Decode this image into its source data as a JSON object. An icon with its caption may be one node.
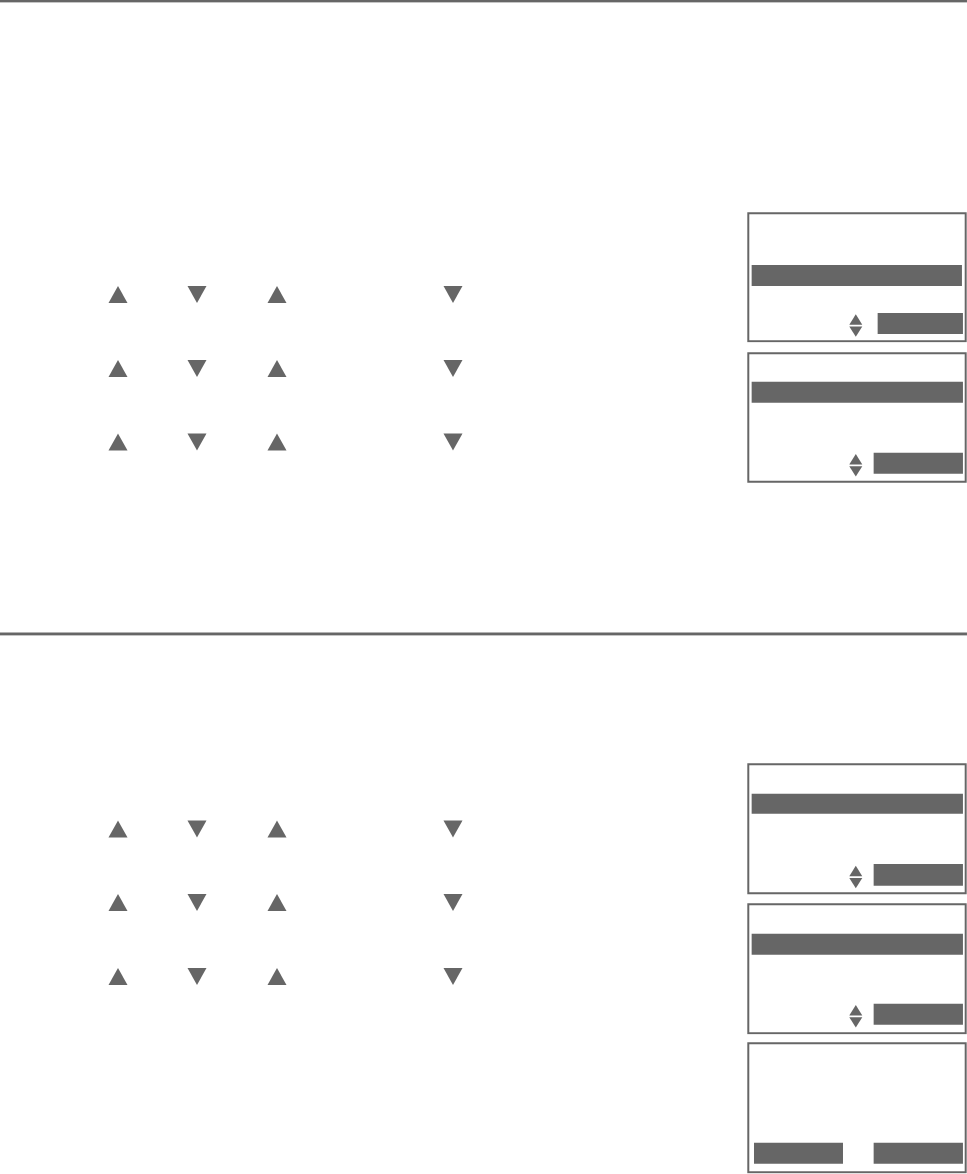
{
  "diagram": {
    "nodes": [
      {
        "text": [],
        "shape": "box"
      },
      {
        "text": [],
        "shape": "bar",
        "in": 0
      },
      {
        "text": [],
        "shape": "bar",
        "in": 0
      },
      {
        "text": [],
        "shape": "box"
      },
      {
        "text": [],
        "shape": "bar",
        "in": 3
      },
      {
        "text": [],
        "shape": "bar",
        "in": 3
      },
      {
        "text": [],
        "shape": "box"
      },
      {
        "text": [],
        "shape": "bar",
        "in": 6
      },
      {
        "text": [],
        "shape": "bar",
        "in": 6
      },
      {
        "text": [],
        "shape": "box"
      },
      {
        "text": [],
        "shape": "bar",
        "in": 9
      },
      {
        "text": [],
        "shape": "bar",
        "in": 9
      },
      {
        "text": [],
        "shape": "box"
      },
      {
        "text": [],
        "shape": "bar",
        "in": 12
      },
      {
        "text": [],
        "shape": "bar",
        "in": 12
      }
    ]
  }
}
